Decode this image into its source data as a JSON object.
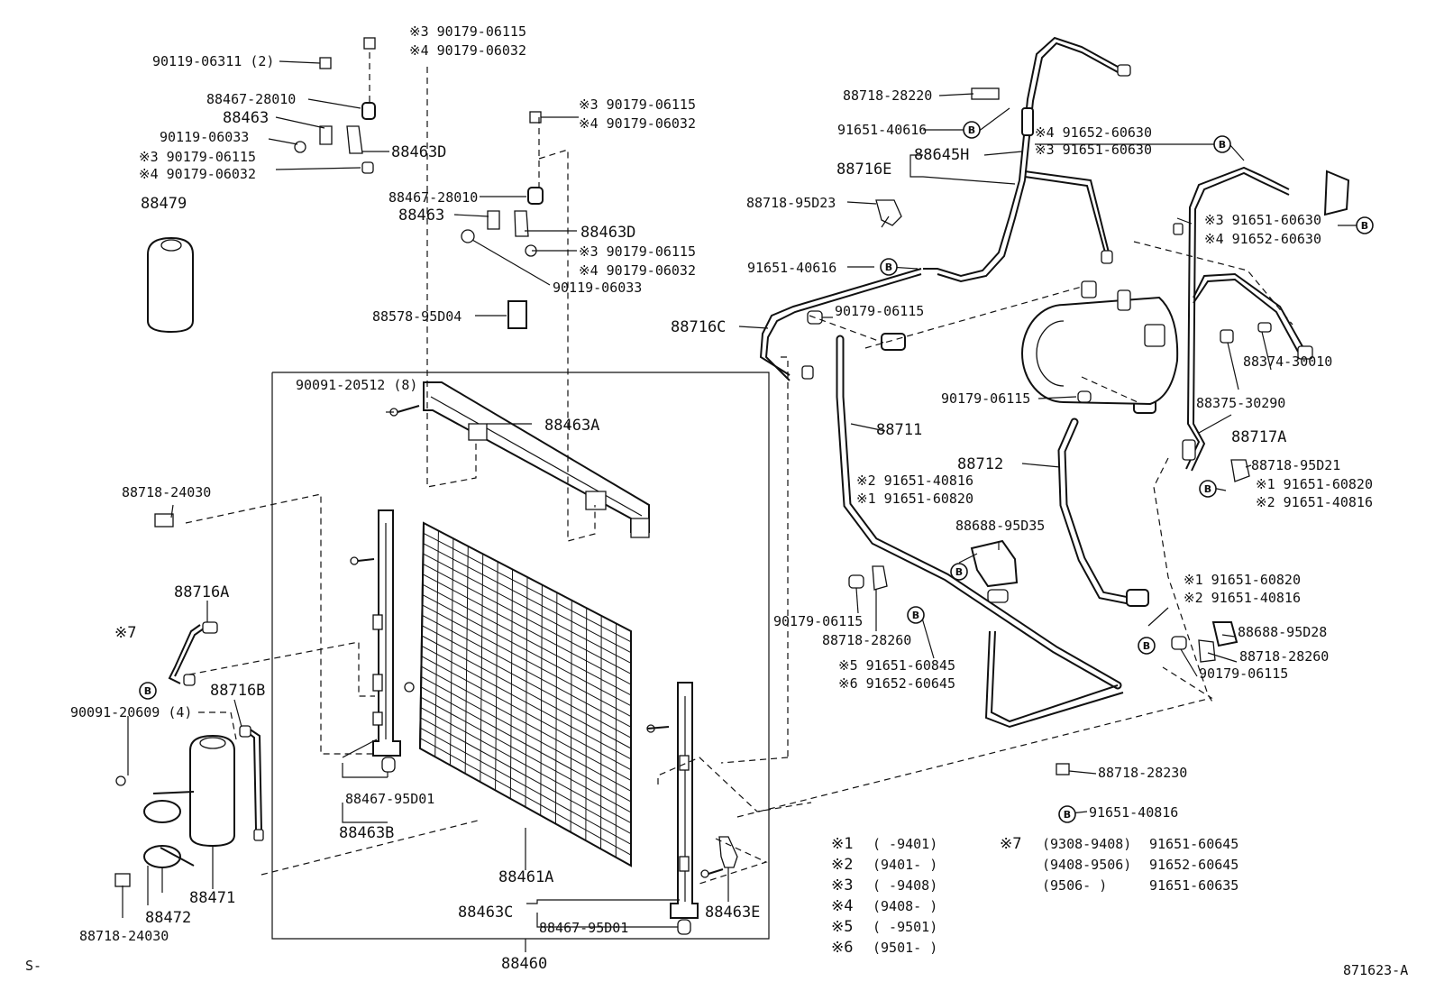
{
  "diagram": {
    "corner_left": "S-",
    "drawing_number": "871623-A",
    "group_label": "88460",
    "marker_letter": "B"
  },
  "labels": [
    {
      "id": "l1",
      "text": "※3 90179-06115"
    },
    {
      "id": "l2",
      "text": "※4 90179-06032"
    },
    {
      "id": "l3",
      "text": "90119-06311 (2)"
    },
    {
      "id": "l4",
      "text": "88467-28010"
    },
    {
      "id": "l5",
      "text": "88463"
    },
    {
      "id": "l6",
      "text": "90119-06033"
    },
    {
      "id": "l7",
      "text": "88463D"
    },
    {
      "id": "l8",
      "text": "※3 90179-06115"
    },
    {
      "id": "l9",
      "text": "※4 90179-06032"
    },
    {
      "id": "l10",
      "text": "88479"
    },
    {
      "id": "l11",
      "text": "※3 90179-06115"
    },
    {
      "id": "l12",
      "text": "※4 90179-06032"
    },
    {
      "id": "l13",
      "text": "88467-28010"
    },
    {
      "id": "l14",
      "text": "88463"
    },
    {
      "id": "l15",
      "text": "88463D"
    },
    {
      "id": "l16",
      "text": "※3 90179-06115"
    },
    {
      "id": "l17",
      "text": "※4 90179-06032"
    },
    {
      "id": "l18",
      "text": "90119-06033"
    },
    {
      "id": "l19",
      "text": "88578-95D04"
    },
    {
      "id": "l20",
      "text": "90091-20512 (8)"
    },
    {
      "id": "l21",
      "text": "88463A"
    },
    {
      "id": "l22",
      "text": "88718-24030"
    },
    {
      "id": "l23",
      "text": "88716A"
    },
    {
      "id": "l24",
      "text": "※7"
    },
    {
      "id": "l25",
      "text": "88716B"
    },
    {
      "id": "l26",
      "text": "90091-20609 (4)"
    },
    {
      "id": "l27",
      "text": "88471"
    },
    {
      "id": "l28",
      "text": "88472"
    },
    {
      "id": "l29",
      "text": "88718-24030"
    },
    {
      "id": "l30",
      "text": "88467-95D01"
    },
    {
      "id": "l31",
      "text": "88463B"
    },
    {
      "id": "l32",
      "text": "88461A"
    },
    {
      "id": "l33",
      "text": "88463C"
    },
    {
      "id": "l34",
      "text": "88467-95D01"
    },
    {
      "id": "l35",
      "text": "88463E"
    },
    {
      "id": "l36",
      "text": "88718-28220"
    },
    {
      "id": "l37",
      "text": "91651-40616"
    },
    {
      "id": "l38",
      "text": "88645H"
    },
    {
      "id": "l39",
      "text": "88716E"
    },
    {
      "id": "l40",
      "text": "※4 91652-60630"
    },
    {
      "id": "l41",
      "text": "※3 91651-60630"
    },
    {
      "id": "l42",
      "text": "88718-95D23"
    },
    {
      "id": "l43",
      "text": "91651-40616"
    },
    {
      "id": "l44",
      "text": "88716C"
    },
    {
      "id": "l45",
      "text": "90179-06115"
    },
    {
      "id": "l46",
      "text": "※3 91651-60630"
    },
    {
      "id": "l47",
      "text": "※4 91652-60630"
    },
    {
      "id": "l48",
      "text": "88374-30010"
    },
    {
      "id": "l49",
      "text": "90179-06115"
    },
    {
      "id": "l50",
      "text": "88375-30290"
    },
    {
      "id": "l51",
      "text": "88717A"
    },
    {
      "id": "l52",
      "text": "88711"
    },
    {
      "id": "l53",
      "text": "88712"
    },
    {
      "id": "l54",
      "text": "88718-95D21"
    },
    {
      "id": "l55",
      "text": "※1 91651-60820"
    },
    {
      "id": "l56",
      "text": "※2 91651-40816"
    },
    {
      "id": "l57",
      "text": "※2 91651-40816"
    },
    {
      "id": "l58",
      "text": "※1 91651-60820"
    },
    {
      "id": "l59",
      "text": "88688-95D35"
    },
    {
      "id": "l60",
      "text": "※1 91651-60820"
    },
    {
      "id": "l61",
      "text": "※2 91651-40816"
    },
    {
      "id": "l62",
      "text": "90179-06115"
    },
    {
      "id": "l63",
      "text": "88718-28260"
    },
    {
      "id": "l64",
      "text": "88688-95D28"
    },
    {
      "id": "l65",
      "text": "88718-28260"
    },
    {
      "id": "l66",
      "text": "90179-06115"
    },
    {
      "id": "l67",
      "text": "※5  91651-60845"
    },
    {
      "id": "l68",
      "text": "※6  91652-60645"
    },
    {
      "id": "l69",
      "text": "88718-28230"
    },
    {
      "id": "l70",
      "text": "91651-40816"
    }
  ],
  "legend": [
    {
      "mark": "※1",
      "range": "(      -9401)"
    },
    {
      "mark": "※2",
      "range": "(9401-      )"
    },
    {
      "mark": "※3",
      "range": "(      -9408)"
    },
    {
      "mark": "※4",
      "range": "(9408-      )"
    },
    {
      "mark": "※5",
      "range": "(      -9501)"
    },
    {
      "mark": "※6",
      "range": "(9501-      )"
    }
  ],
  "legend7": {
    "mark": "※7",
    "rows": [
      {
        "range": "(9308-9408)",
        "part": "91651-60645"
      },
      {
        "range": "(9408-9506)",
        "part": "91652-60645"
      },
      {
        "range": "(9506-      )",
        "part": "91651-60635"
      }
    ]
  }
}
